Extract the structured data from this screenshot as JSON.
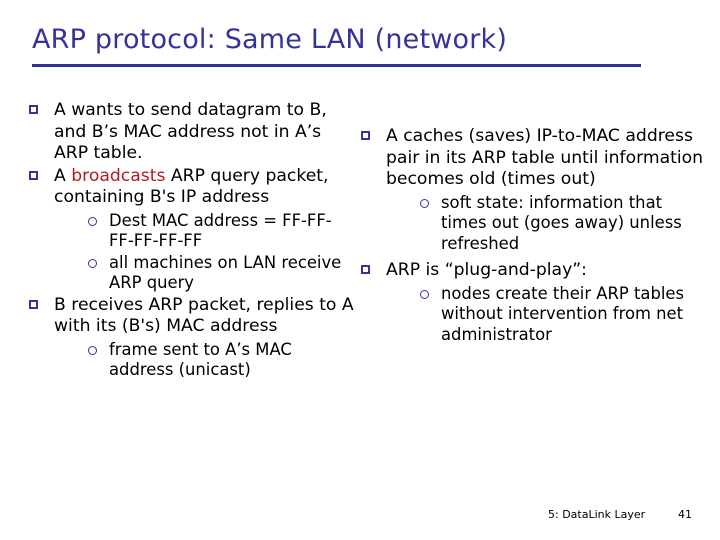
{
  "slide": {
    "title": "ARP protocol: Same LAN (network)",
    "title_color": "#333399",
    "accent_color": "#333399",
    "highlight_color": "#b01c20",
    "background_color": "#ffffff",
    "body_text_color": "#000000"
  },
  "left_column": {
    "bullets": [
      {
        "text": "A wants to send datagram to B, and B’s MAC address not in A’s ARP table.",
        "marker": "square-bullet-icon"
      },
      {
        "text_before": "A ",
        "text_highlight": "broadcasts",
        "text_after": " ARP query packet, containing B's IP address",
        "marker": "square-bullet-icon",
        "sub_bullets": [
          {
            "text": "Dest MAC address = FF-FF-FF-FF-FF-FF",
            "marker": "circle-bullet-icon"
          },
          {
            "text": "all machines on LAN receive ARP query",
            "marker": "circle-bullet-icon"
          }
        ]
      },
      {
        "text": "B receives ARP packet, replies to A with its (B's) MAC address",
        "marker": "square-bullet-icon",
        "sub_bullets": [
          {
            "text": "frame sent to A’s MAC address (unicast)",
            "marker": "circle-bullet-icon"
          }
        ]
      }
    ]
  },
  "right_column": {
    "bullets": [
      {
        "text": "A caches (saves) IP-to-MAC address pair in its ARP table until information becomes old (times out)",
        "marker": "square-bullet-icon",
        "sub_bullets": [
          {
            "text": "soft state: information that times out (goes away) unless refreshed",
            "marker": "circle-bullet-icon"
          }
        ]
      },
      {
        "text": "ARP is “plug-and-play”:",
        "marker": "square-bullet-icon",
        "sub_bullets": [
          {
            "text": "nodes create their ARP tables without intervention from net administrator",
            "marker": "circle-bullet-icon"
          }
        ]
      }
    ]
  },
  "footer": {
    "label": "5: DataLink Layer",
    "page_number": "41"
  }
}
